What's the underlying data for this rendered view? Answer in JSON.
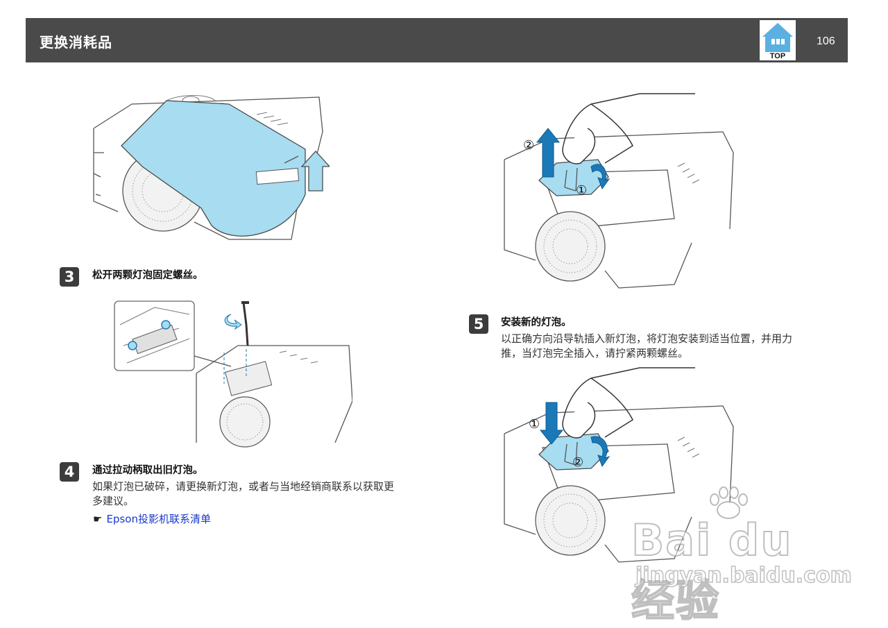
{
  "header": {
    "title": "更换消耗品",
    "top_label": "TOP",
    "page_number": "106"
  },
  "steps": [
    {
      "number": "3",
      "title": "松开两颗灯泡固定螺丝。"
    },
    {
      "number": "4",
      "title": "通过拉动柄取出旧灯泡。",
      "body_line1": "如果灯泡已破碎，请更换新灯泡，或者与当地经销商联系以获取更",
      "body_line2": "多建议。",
      "link_symbol": "☛",
      "link_text": "Epson投影机联系清单"
    },
    {
      "number": "5",
      "title": "安装新的灯泡。",
      "body_line1": "以正确方向沿导轨插入新灯泡，将灯泡安装到适当位置，并用力",
      "body_line2": "推，当灯泡完全插入，请拧紧两颗螺丝。"
    }
  ],
  "figure_markers": {
    "fig_top_right": [
      "②",
      "①"
    ],
    "fig_bottom_right": [
      "①",
      "②"
    ]
  },
  "watermark": {
    "text": "Bai du 经验",
    "url_text": "jingyan.baidu.com"
  },
  "colors": {
    "header_bg": "#4a4a4a",
    "cover_blue": "#a8dcf0",
    "arrow_blue": "#1b79b8",
    "link_blue": "#1a37c8"
  }
}
